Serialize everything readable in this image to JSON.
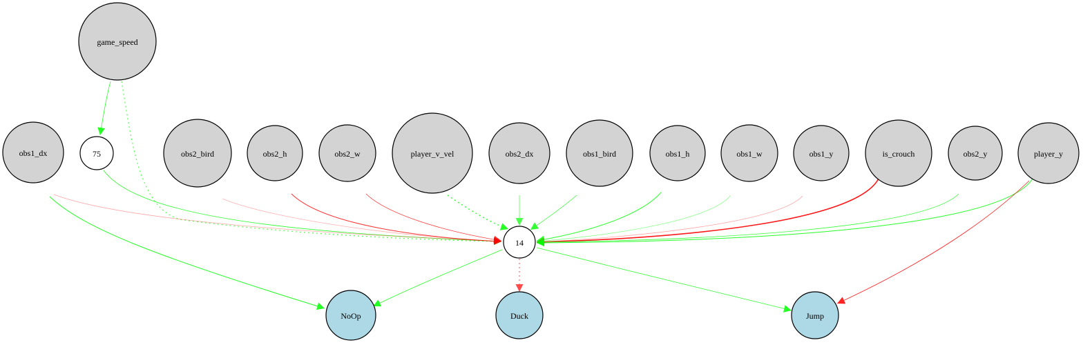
{
  "colors": {
    "input_fill": "#d3d3d3",
    "hidden_fill": "#ffffff",
    "output_fill": "#add8e6",
    "stroke": "#000000",
    "positive": "#00ff00",
    "negative": "#ff0000"
  },
  "nodes": {
    "game_speed": {
      "label": "game_speed",
      "kind": "input"
    },
    "obs1_dx": {
      "label": "obs1_dx",
      "kind": "input"
    },
    "obs2_bird": {
      "label": "obs2_bird",
      "kind": "input"
    },
    "obs2_h": {
      "label": "obs2_h",
      "kind": "input"
    },
    "obs2_w": {
      "label": "obs2_w",
      "kind": "input"
    },
    "player_v_vel": {
      "label": "player_v_vel",
      "kind": "input"
    },
    "obs2_dx": {
      "label": "obs2_dx",
      "kind": "input"
    },
    "obs1_bird": {
      "label": "obs1_bird",
      "kind": "input"
    },
    "obs1_h": {
      "label": "obs1_h",
      "kind": "input"
    },
    "obs1_w": {
      "label": "obs1_w",
      "kind": "input"
    },
    "obs1_y": {
      "label": "obs1_y",
      "kind": "input"
    },
    "is_crouch": {
      "label": "is_crouch",
      "kind": "input"
    },
    "obs2_y": {
      "label": "obs2_y",
      "kind": "input"
    },
    "player_y": {
      "label": "player_y",
      "kind": "input"
    },
    "n75": {
      "label": "75",
      "kind": "hidden"
    },
    "n14": {
      "label": "14",
      "kind": "hidden"
    },
    "noop": {
      "label": "NoOp",
      "kind": "output"
    },
    "duck": {
      "label": "Duck",
      "kind": "output"
    },
    "jump": {
      "label": "Jump",
      "kind": "output"
    }
  },
  "edges": [
    {
      "from": "game_speed",
      "to": "n75",
      "sign": "positive",
      "style": "solid"
    },
    {
      "from": "game_speed",
      "to": "n14",
      "sign": "positive",
      "style": "dotted"
    },
    {
      "from": "n75",
      "to": "n14",
      "sign": "positive",
      "style": "solid"
    },
    {
      "from": "obs1_dx",
      "to": "n14",
      "sign": "negative",
      "style": "solid"
    },
    {
      "from": "obs1_dx",
      "to": "noop",
      "sign": "positive",
      "style": "solid"
    },
    {
      "from": "obs2_bird",
      "to": "n14",
      "sign": "negative",
      "style": "solid"
    },
    {
      "from": "obs2_h",
      "to": "n14",
      "sign": "negative",
      "style": "solid"
    },
    {
      "from": "obs2_w",
      "to": "n14",
      "sign": "negative",
      "style": "solid"
    },
    {
      "from": "player_v_vel",
      "to": "n14",
      "sign": "positive",
      "style": "dotted"
    },
    {
      "from": "obs2_dx",
      "to": "n14",
      "sign": "positive",
      "style": "solid"
    },
    {
      "from": "obs1_bird",
      "to": "n14",
      "sign": "positive",
      "style": "solid"
    },
    {
      "from": "obs1_h",
      "to": "n14",
      "sign": "positive",
      "style": "solid"
    },
    {
      "from": "obs1_w",
      "to": "n14",
      "sign": "positive",
      "style": "solid"
    },
    {
      "from": "obs1_y",
      "to": "n14",
      "sign": "negative",
      "style": "solid"
    },
    {
      "from": "is_crouch",
      "to": "n14",
      "sign": "negative",
      "style": "solid"
    },
    {
      "from": "obs2_y",
      "to": "n14",
      "sign": "positive",
      "style": "solid"
    },
    {
      "from": "player_y",
      "to": "n14",
      "sign": "positive",
      "style": "solid"
    },
    {
      "from": "player_y",
      "to": "jump",
      "sign": "negative",
      "style": "solid"
    },
    {
      "from": "n14",
      "to": "noop",
      "sign": "positive",
      "style": "solid"
    },
    {
      "from": "n14",
      "to": "duck",
      "sign": "negative",
      "style": "dotted"
    },
    {
      "from": "n14",
      "to": "jump",
      "sign": "positive",
      "style": "solid"
    }
  ]
}
